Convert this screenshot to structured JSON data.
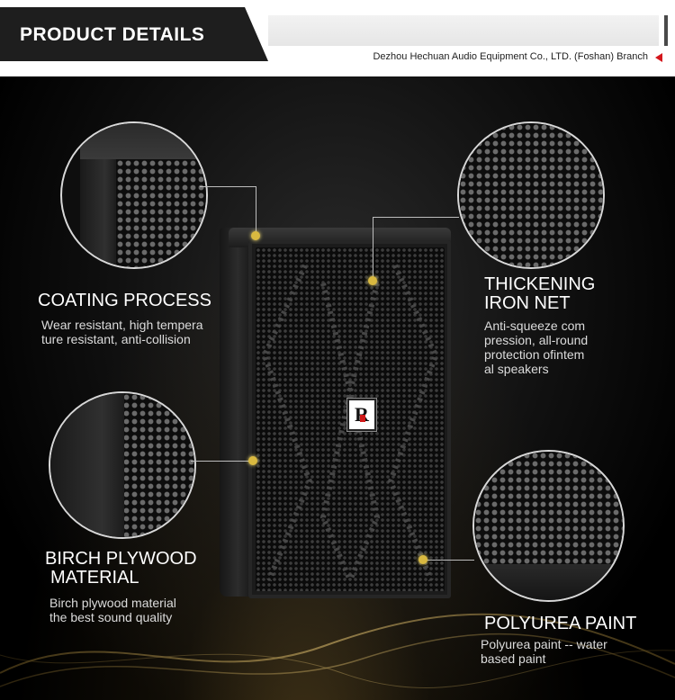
{
  "header": {
    "title": "PRODUCT DETAILS",
    "company": "Dezhou Hechuan Audio Equipment Co., LTD. (Foshan) Branch",
    "accent_color": "#d4161c"
  },
  "speaker": {
    "logo_text": "R"
  },
  "features": [
    {
      "title_line1": "COATING PROCESS",
      "title_line2": "",
      "desc_line1": "Wear resistant, high tempera",
      "desc_line2": "ture resistant, anti-collision",
      "desc_line3": "",
      "desc_line4": ""
    },
    {
      "title_line1": "THICKENING",
      "title_line2": "IRON NET",
      "desc_line1": "Anti-squeeze com",
      "desc_line2": "pression, all-round",
      "desc_line3": "protection ofintem",
      "desc_line4": "al speakers"
    },
    {
      "title_line1": "BIRCH PLYWOOD",
      "title_line2": "MATERIAL",
      "desc_line1": "Birch plywood material",
      "desc_line2": "the best sound quality",
      "desc_line3": "",
      "desc_line4": ""
    },
    {
      "title_line1": "POLYUREA PAINT",
      "title_line2": "",
      "desc_line1": "Polyurea paint -- water",
      "desc_line2": "based paint",
      "desc_line3": "",
      "desc_line4": ""
    }
  ]
}
